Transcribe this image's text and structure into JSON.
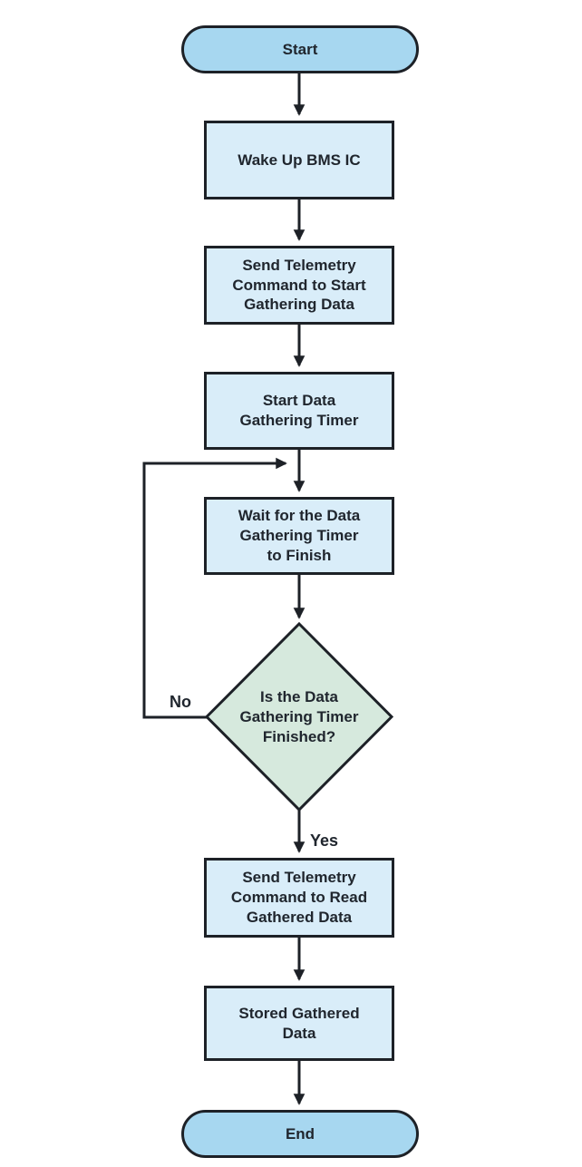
{
  "colors": {
    "background": "#ffffff",
    "terminal_fill": "#a7d7f0",
    "process_fill": "#d9edf9",
    "decision_fill": "#d6e9dd",
    "stroke": "#1d2127",
    "text": "#20262e"
  },
  "nodes": {
    "start": {
      "type": "terminal",
      "label": "Start"
    },
    "wake_up": {
      "type": "process",
      "label": "Wake Up BMS IC"
    },
    "send_start": {
      "type": "process",
      "label": "Send Telemetry\nCommand to Start\nGathering Data"
    },
    "start_timer": {
      "type": "process",
      "label": "Start Data\nGathering Timer"
    },
    "wait_timer": {
      "type": "process",
      "label": "Wait for the Data\nGathering Timer\nto Finish"
    },
    "timer_finished": {
      "type": "decision",
      "label": "Is the Data\nGathering Timer\nFinished?"
    },
    "send_read": {
      "type": "process",
      "label": "Send Telemetry\nCommand to Read\nGathered Data"
    },
    "stored": {
      "type": "process",
      "label": "Stored Gathered\nData"
    },
    "end": {
      "type": "terminal",
      "label": "End"
    }
  },
  "edge_labels": {
    "no": "No",
    "yes": "Yes"
  }
}
